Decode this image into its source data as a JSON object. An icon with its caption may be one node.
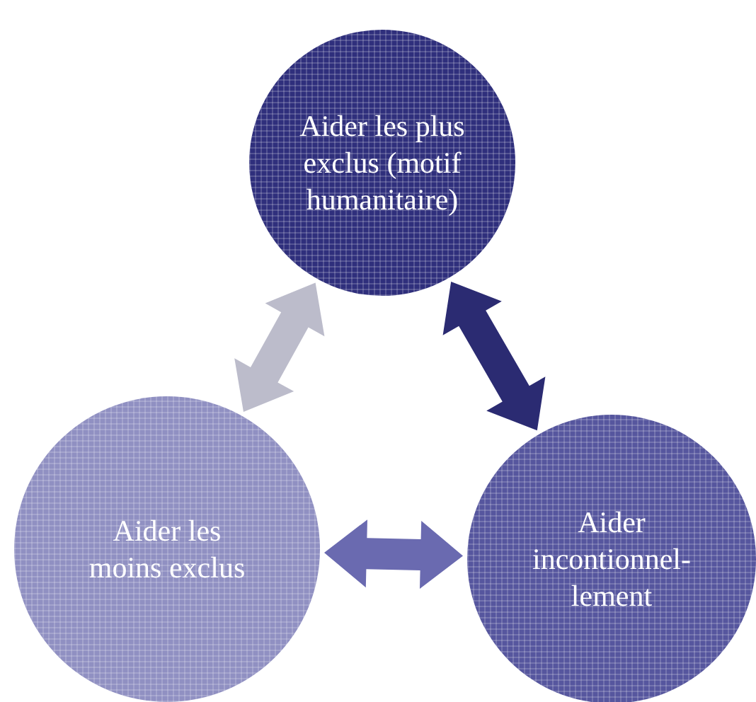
{
  "diagram": {
    "nodes": [
      {
        "text": [
          "Aider les plus exclus (motif humanitaire)"
        ]
      },
      {
        "text": [
          "Aider les moins exclus"
        ]
      },
      {
        "text": [
          "Aider incontionnel- lement"
        ]
      }
    ],
    "edges": [
      {
        "from": 0,
        "to": 1,
        "arrow": "both",
        "color": "#bcbccb"
      },
      {
        "from": 0,
        "to": 2,
        "arrow": "both",
        "color": "#2b2b72"
      },
      {
        "from": 1,
        "to": 2,
        "arrow": "both",
        "color": "#6a6ab0"
      }
    ]
  }
}
